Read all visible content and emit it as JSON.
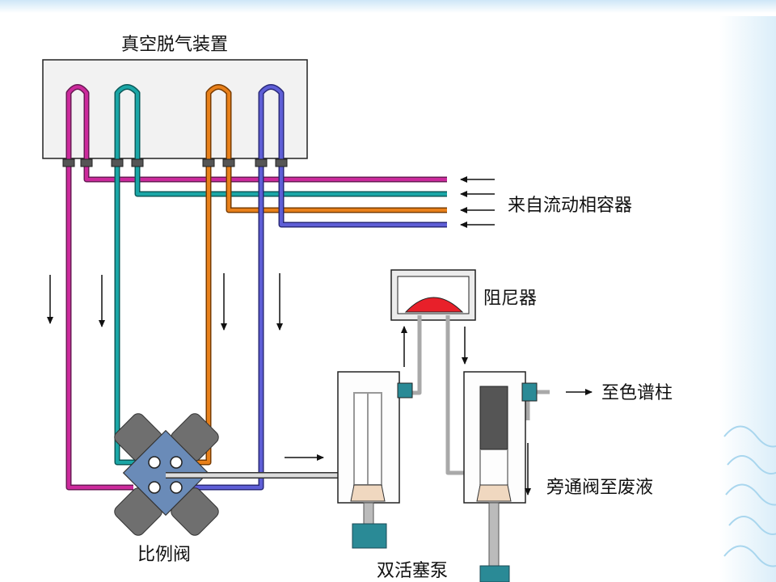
{
  "labels": {
    "degasser": "真空脱气装置",
    "from_mixer": "来自流动相容器",
    "damper": "阻尼器",
    "to_column": "至色谱柱",
    "bypass": "旁通阀至废液",
    "proportioning_valve": "比例阀",
    "pump": "双活塞泵"
  },
  "colors": {
    "magenta": "#cc2a9c",
    "teal": "#1aa6a6",
    "orange": "#e8801a",
    "purple": "#5e5ed6",
    "gray_line": "#a9a9a9",
    "damper_red": "#e8202a",
    "pump_base": "#2a8a96",
    "piston": "#f0d8c0"
  }
}
